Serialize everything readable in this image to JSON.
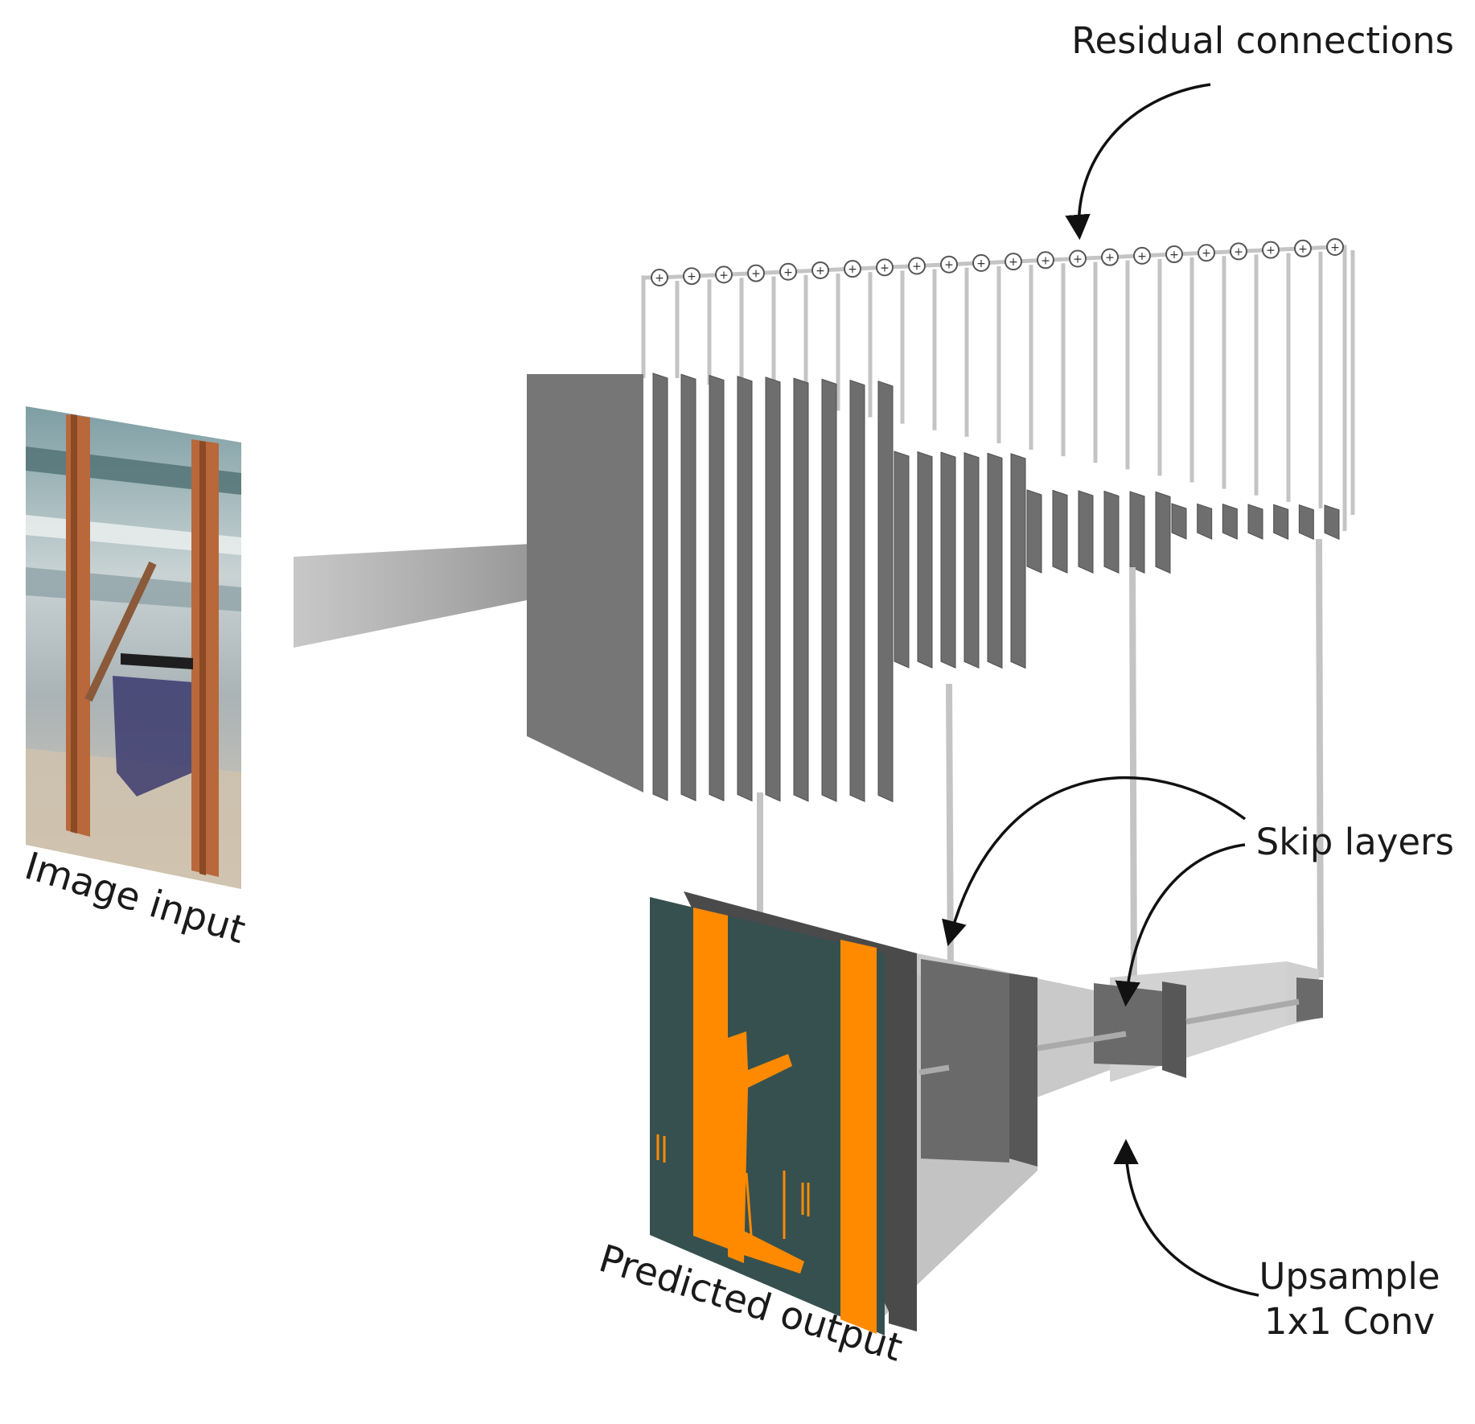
{
  "labels": {
    "residual": "Residual connections",
    "image_input": "Image input",
    "skip_layers": "Skip layers",
    "upsample_line1": "Upsample",
    "upsample_line2": "1x1 Conv",
    "predicted_output": "Predicted output"
  },
  "residual_junctions": {
    "count": 22,
    "symbol": "+"
  },
  "colors": {
    "layer_face": "#6e6e6e",
    "layer_edge": "#4f4f4f",
    "wire": "#c4c4c4",
    "arrow_shadow": "#8a8a8a",
    "segmentation_bg": "#36504f",
    "segmentation_fg": "#ff8a00",
    "upsample_funnel": "#c9c9c9"
  },
  "icons": {
    "plus_junction": "circled-plus-icon",
    "curved_arrow": "curved-arrow-icon"
  }
}
